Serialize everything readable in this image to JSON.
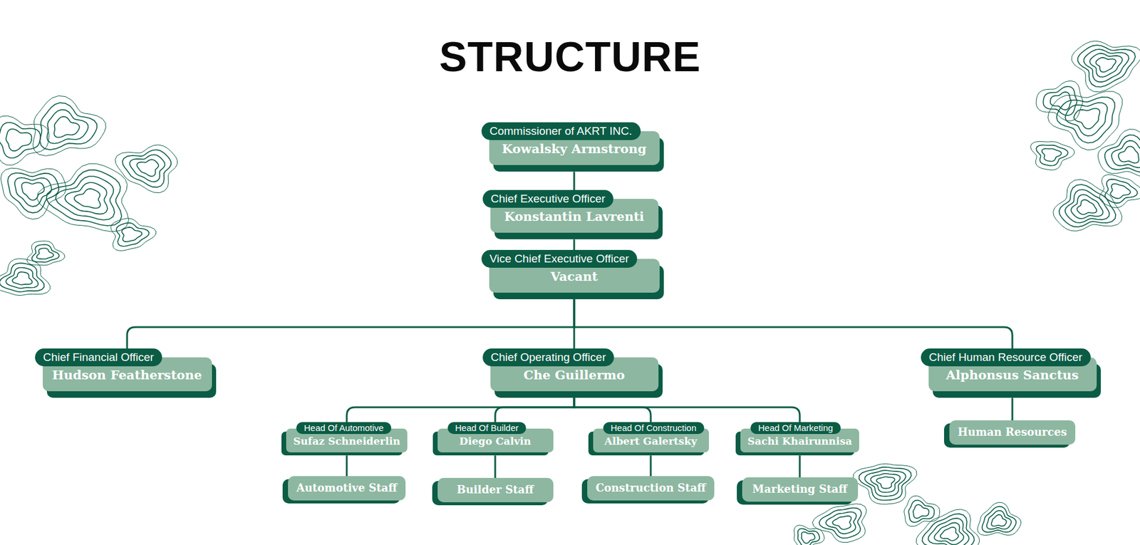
{
  "diagram": {
    "title": "STRUCTURE",
    "nodes": [
      {
        "text": [
          "Commissioner of AKRT INC.",
          "Kowalsky Armstrong"
        ]
      },
      {
        "text": [
          "Chief Executive Officer",
          "Konstantin Lavrenti"
        ]
      },
      {
        "text": [
          "Vice Chief Executive Officer",
          "Vacant"
        ]
      },
      {
        "text": [
          "Chief Financial Officer",
          "Hudson Featherstone"
        ]
      },
      {
        "text": [
          "Chief Operating Officer",
          "Che Guillermo"
        ]
      },
      {
        "text": [
          "Chief Human Resource Officer",
          "Alphonsus Sanctus"
        ]
      },
      {
        "text": [
          "Head Of Automotive",
          "Sufaz Schneiderlin"
        ]
      },
      {
        "text": [
          "Head Of Builder",
          "Diego Calvin"
        ]
      },
      {
        "text": [
          "Head Of Construction",
          "Albert Galertsky"
        ]
      },
      {
        "text": [
          "Head Of Marketing",
          "Sachi Khairunnisa"
        ]
      },
      {
        "text": [
          "Human Resources"
        ]
      },
      {
        "text": [
          "Automotive Staff"
        ]
      },
      {
        "text": [
          "Builder Staff"
        ]
      },
      {
        "text": [
          "Construction Staff"
        ]
      },
      {
        "text": [
          "Marketing Staff"
        ]
      }
    ],
    "edges": [
      {
        "from": 0,
        "to": 1,
        "arrow": "none"
      },
      {
        "from": 1,
        "to": 2,
        "arrow": "none"
      },
      {
        "from": 2,
        "to": 3,
        "arrow": "none"
      },
      {
        "from": 2,
        "to": 4,
        "arrow": "none"
      },
      {
        "from": 2,
        "to": 5,
        "arrow": "none"
      },
      {
        "from": 4,
        "to": 6,
        "arrow": "none"
      },
      {
        "from": 4,
        "to": 7,
        "arrow": "none"
      },
      {
        "from": 4,
        "to": 8,
        "arrow": "none"
      },
      {
        "from": 4,
        "to": 9,
        "arrow": "none"
      },
      {
        "from": 5,
        "to": 10,
        "arrow": "none"
      },
      {
        "from": 6,
        "to": 11,
        "arrow": "none"
      },
      {
        "from": 7,
        "to": 12,
        "arrow": "none"
      },
      {
        "from": 8,
        "to": 13,
        "arrow": "none"
      },
      {
        "from": 9,
        "to": 14,
        "arrow": "none"
      }
    ]
  }
}
